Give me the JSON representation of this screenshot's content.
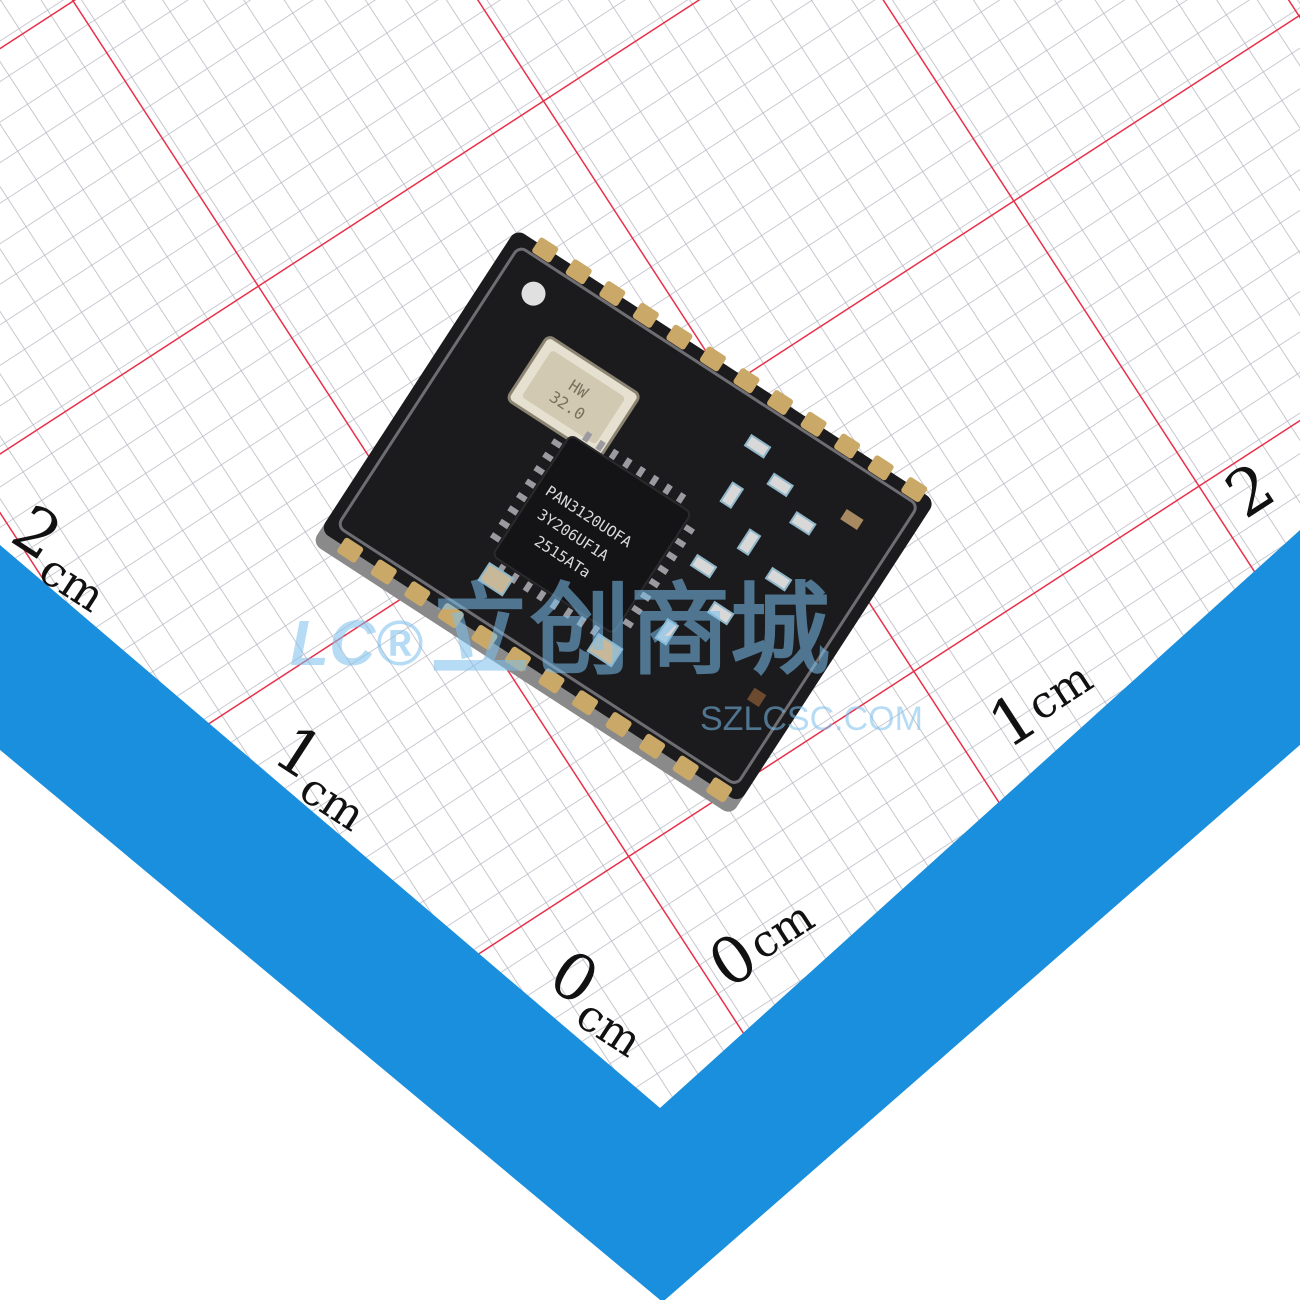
{
  "photo": {
    "colors": {
      "paper": "#ffffff",
      "grid_minor": "#b9b9c4",
      "grid_major": "#e8304a",
      "ruler_band": "#1a8fde",
      "pcb": "#1b1b1d",
      "pad": "#caa867",
      "watermark": "#7cc0ee"
    },
    "ruler_labels": {
      "left_2": {
        "num": "2",
        "unit": "cm"
      },
      "left_1": {
        "num": "1",
        "unit": "cm"
      },
      "left_0": {
        "num": "0",
        "unit": "cm"
      },
      "right_0": {
        "num": "0",
        "unit": "cm"
      },
      "right_1": {
        "num": "1",
        "unit": "cm"
      },
      "right_2": {
        "num": "2",
        "unit": ""
      }
    },
    "module": {
      "ic_marking": [
        "PAN3120UOFA",
        "3Y206UF1A",
        "2515ATa"
      ],
      "crystal_marking": [
        "HW",
        "32.0"
      ]
    },
    "watermark": {
      "logo": "LC®",
      "chinese": "立创商城",
      "url": "SZLCSC.COM"
    }
  }
}
